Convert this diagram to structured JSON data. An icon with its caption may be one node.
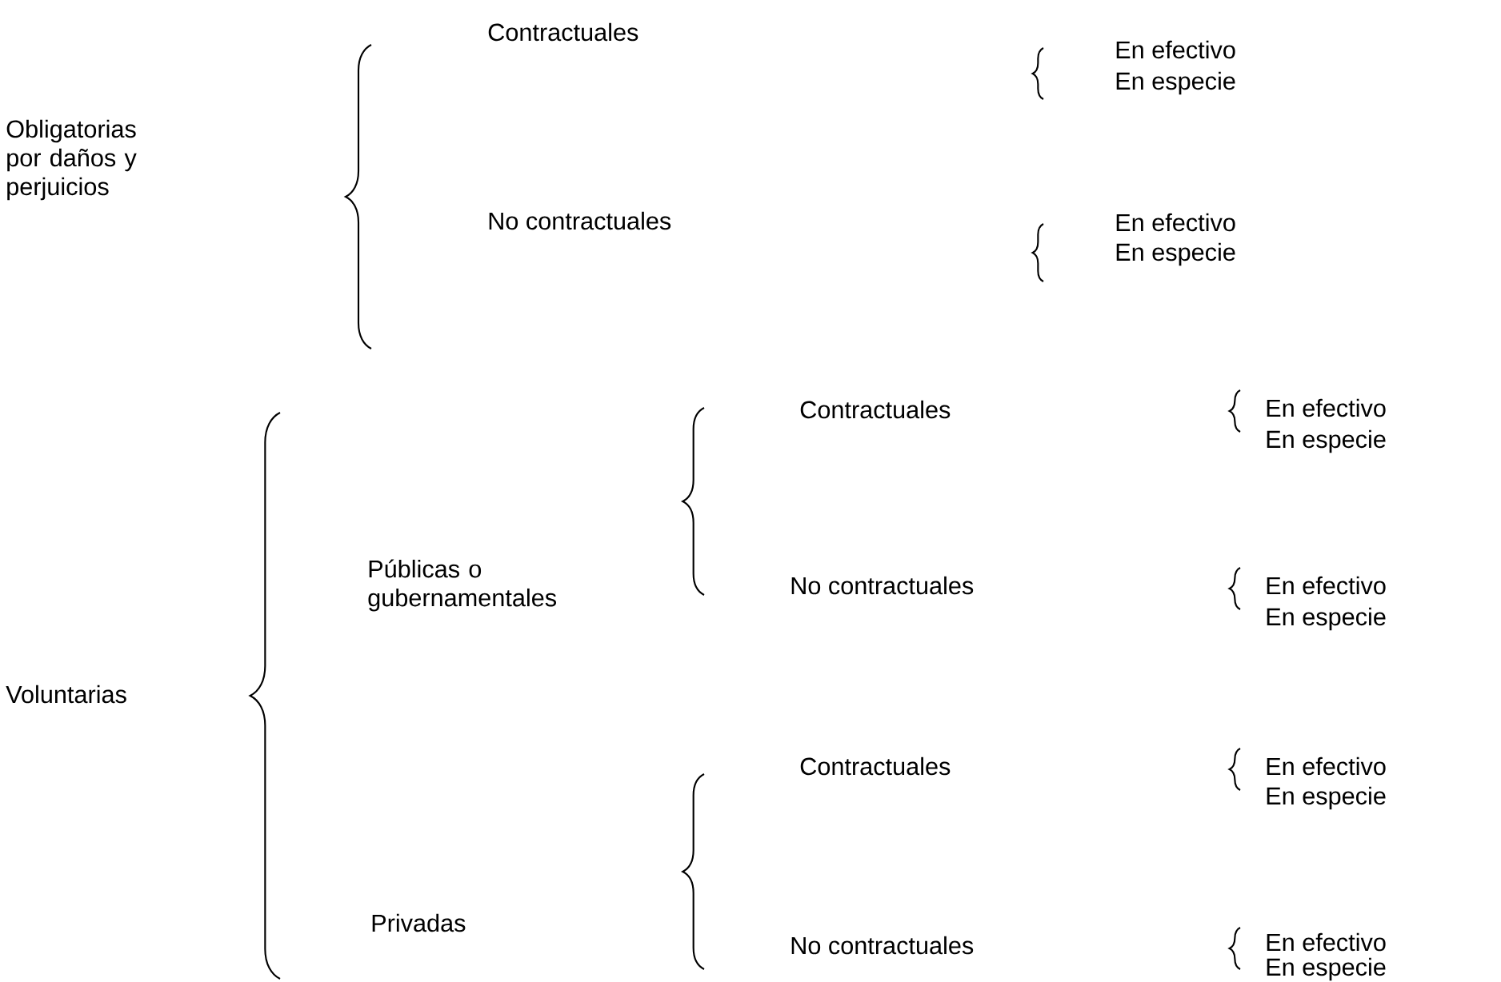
{
  "diagram": {
    "nodes": [
      {
        "text": [
          "Obligatorias por daños y perjuicios"
        ]
      },
      {
        "text": [
          "Contractuales"
        ]
      },
      {
        "text": [
          "En efectivo"
        ]
      },
      {
        "text": [
          "En especie"
        ]
      },
      {
        "text": [
          "No contractuales"
        ]
      },
      {
        "text": [
          "En efectivo"
        ]
      },
      {
        "text": [
          "En especie"
        ]
      },
      {
        "text": [
          "Voluntarias"
        ]
      },
      {
        "text": [
          "Públicas o gubernamentales"
        ]
      },
      {
        "text": [
          "Contractuales"
        ]
      },
      {
        "text": [
          "En efectivo"
        ]
      },
      {
        "text": [
          "En especie"
        ]
      },
      {
        "text": [
          "No contractuales"
        ]
      },
      {
        "text": [
          "En efectivo"
        ]
      },
      {
        "text": [
          "En especie"
        ]
      },
      {
        "text": [
          "Privadas"
        ]
      },
      {
        "text": [
          "Contractuales"
        ]
      },
      {
        "text": [
          "En efectivo"
        ]
      },
      {
        "text": [
          "En especie"
        ]
      },
      {
        "text": [
          "No contractuales"
        ]
      },
      {
        "text": [
          "En efectivo"
        ]
      },
      {
        "text": [
          "En especie"
        ]
      }
    ]
  }
}
